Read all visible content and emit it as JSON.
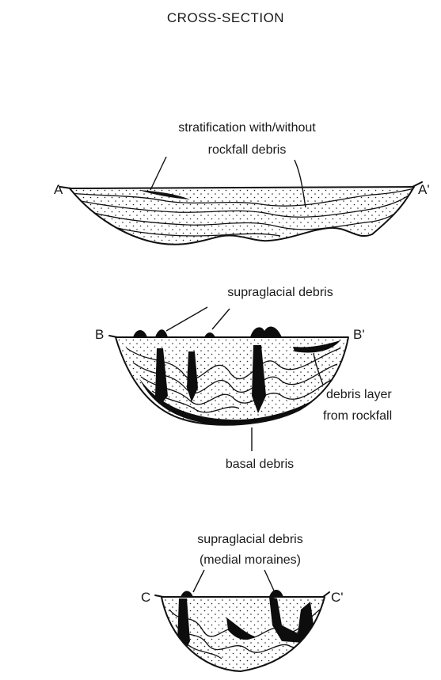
{
  "title": "CROSS-SECTION",
  "sections": {
    "a": {
      "label_left": "A",
      "label_right": "A'",
      "annotation": [
        "stratification with/without",
        "rockfall debris"
      ]
    },
    "b": {
      "label_left": "B",
      "label_right": "B'",
      "annotation_top": "supraglacial debris",
      "annotation_right": [
        "debris layer",
        "from rockfall"
      ],
      "annotation_bottom": "basal debris"
    },
    "c": {
      "label_left": "C",
      "label_right": "C'",
      "annotation": [
        "supraglacial debris",
        "(medial moraines)"
      ]
    }
  },
  "colors": {
    "ink": "#111111",
    "paper": "#ffffff",
    "debris": "#0d0d0d"
  }
}
